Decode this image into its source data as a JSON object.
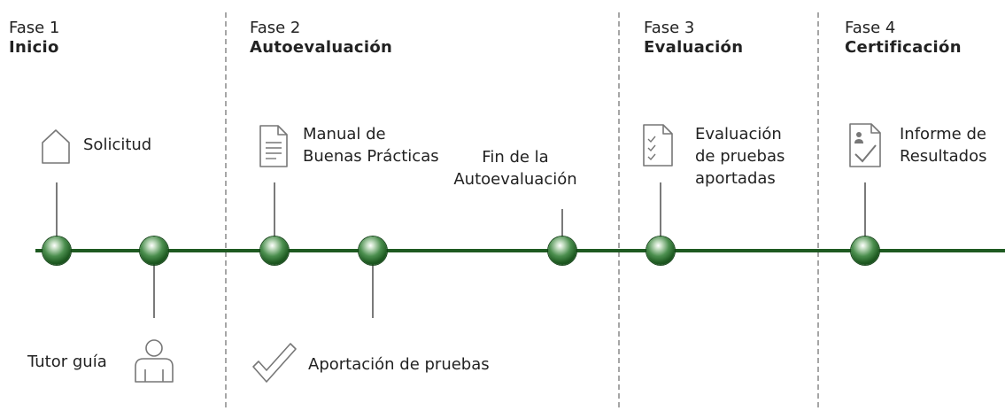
{
  "phases": [
    {
      "number": "Fase 1",
      "name": "Inicio"
    },
    {
      "number": "Fase 2",
      "name": "Autoevaluación"
    },
    {
      "number": "Fase 3",
      "name": "Evaluación"
    },
    {
      "number": "Fase 4",
      "name": "Certificación"
    }
  ],
  "milestones": {
    "solicitud": "Solicitud",
    "tutor": "Tutor guía",
    "manual_line1": "Manual de",
    "manual_line2": "Buenas Prácticas",
    "aportacion": "Aportación de pruebas",
    "fin_line1": "Fin de la",
    "fin_line2": "Autoevaluación",
    "evaluacion_line1": "Evaluación",
    "evaluacion_line2": "de pruebas",
    "evaluacion_line3": "aportadas",
    "informe_line1": "Informe de",
    "informe_line2": "Resultados"
  },
  "icons": {
    "solicitud": "house-icon",
    "tutor": "person-icon",
    "manual": "document-icon",
    "aportacion": "checkmark-icon",
    "evaluacion": "checklist-icon",
    "informe": "certificate-icon"
  },
  "colors": {
    "timeline": "#1e5a21",
    "divider": "#a6a6a6",
    "connector": "#7a7a7a",
    "text": "#222222"
  }
}
